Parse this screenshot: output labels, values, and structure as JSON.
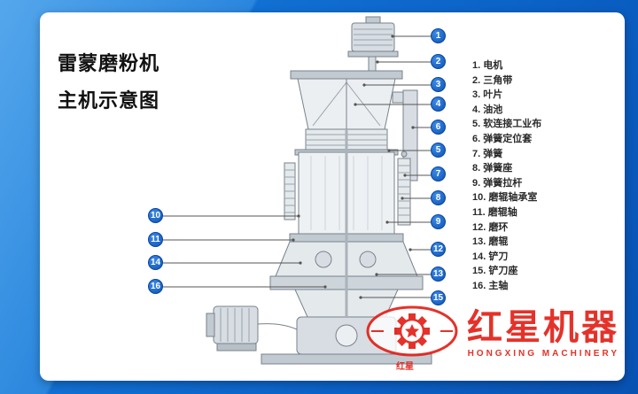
{
  "card": {
    "title_line1": "雷蒙磨粉机",
    "title_line2": "主机示意图"
  },
  "legend": {
    "items": [
      "1. 电机",
      "2. 三角带",
      "3. 叶片",
      "4. 油池",
      "5. 软连接工业布",
      "6. 弹簧定位套",
      "7. 弹簧",
      "8. 弹簧座",
      "9. 弹簧拉杆",
      "10. 磨辊轴承室",
      "11. 磨辊轴",
      "12. 磨环",
      "13. 磨辊",
      "14. 铲刀",
      "15. 铲刀座",
      "16. 主轴"
    ]
  },
  "callouts": {
    "right": [
      "1",
      "2",
      "3",
      "4",
      "6",
      "5",
      "7",
      "8",
      "9",
      "12",
      "13",
      "15"
    ],
    "left": [
      "10",
      "11",
      "14",
      "16"
    ]
  },
  "logo": {
    "cn": "红星机器",
    "en": "HONGXING MACHINERY",
    "mini": "红星"
  },
  "colors": {
    "background_blue": "#1170d2",
    "callout_blue": "#0d54b6",
    "logo_red": "#e2231a"
  }
}
